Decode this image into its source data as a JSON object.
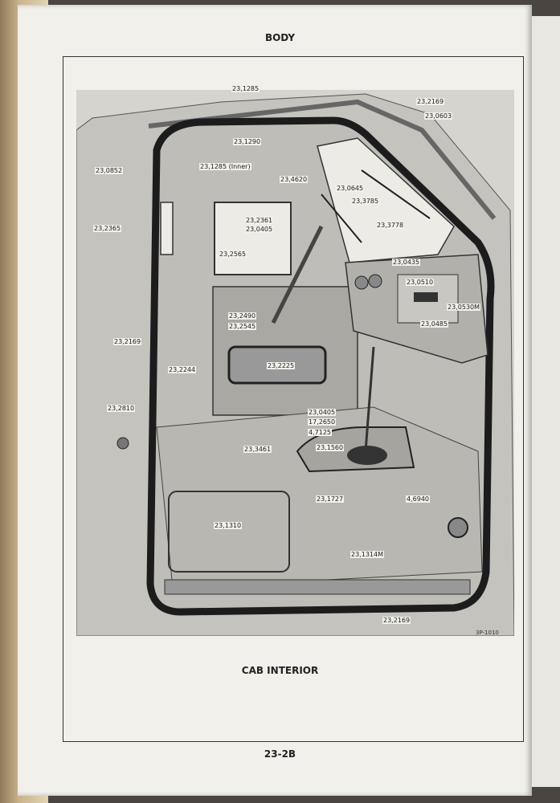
{
  "page": {
    "header": "BODY",
    "caption": "CAB INTERIOR",
    "figure_id": "3P-1010",
    "page_number": "23-2B"
  },
  "callouts": [
    "23,1285",
    "23,2169",
    "23,0603",
    "23,1290",
    "23,0852",
    "23,1285 (Inner)",
    "23,4620",
    "23,0645",
    "23,3785",
    "23,3778",
    "23,2365",
    "23,2361",
    "23,0405",
    "23,2565",
    "23,0435",
    "23,0510",
    "23,0530M",
    "23,0485",
    "23,2490",
    "23,2545",
    "23,2169",
    "23,2244",
    "23,2225",
    "23,2810",
    "23,0405",
    "17,2650",
    "4,7125",
    "23,1560",
    "23,3461",
    "23,1727",
    "4,6940",
    "23,1310",
    "23,1314M",
    "23,2169"
  ]
}
